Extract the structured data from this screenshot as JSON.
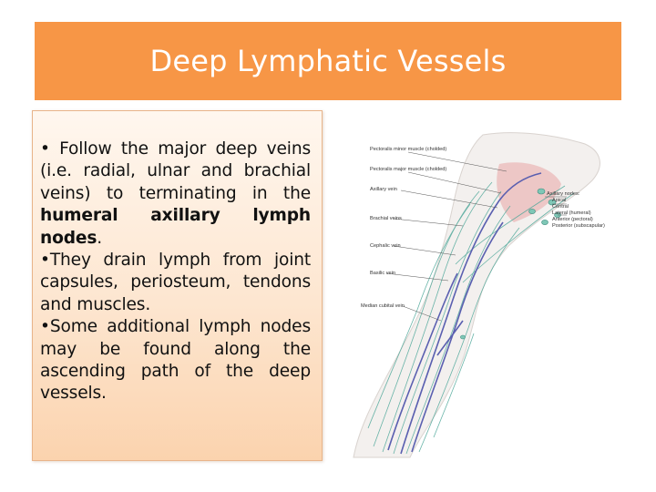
{
  "slide": {
    "title": "Deep Lymphatic Vessels",
    "bullets": {
      "b1_pre": "• Follow the major deep veins (i.e. radial, ulnar and brachial veins) to terminating in the ",
      "b1_bold": "humeral axillary lymph nodes",
      "b1_post": ".",
      "b2": "•They drain lymph from joint capsules, periosteum, tendons and muscles.",
      "b3": "•Some additional lymph nodes may be found along the ascending path of the deep vessels."
    }
  },
  "figure": {
    "labels_left": [
      "Pectoralis minor muscle (cholded)",
      "Pectoralis major muscle (cholded)",
      "Axillary vein",
      "Brachial veins",
      "Cephalic vein",
      "Basilic vein",
      "Median cubital vein"
    ],
    "labels_right": [
      "Axillary nodes:",
      "Apical",
      "Central",
      "Lateral (humeral)",
      "Anterior (pectoral)",
      "Posterior (subscapular)"
    ],
    "colors": {
      "skin": "#f3f0ee",
      "vein": "#5a5fb0",
      "lymph": "#4fa89a",
      "muscle": "#e8a5a5"
    }
  }
}
